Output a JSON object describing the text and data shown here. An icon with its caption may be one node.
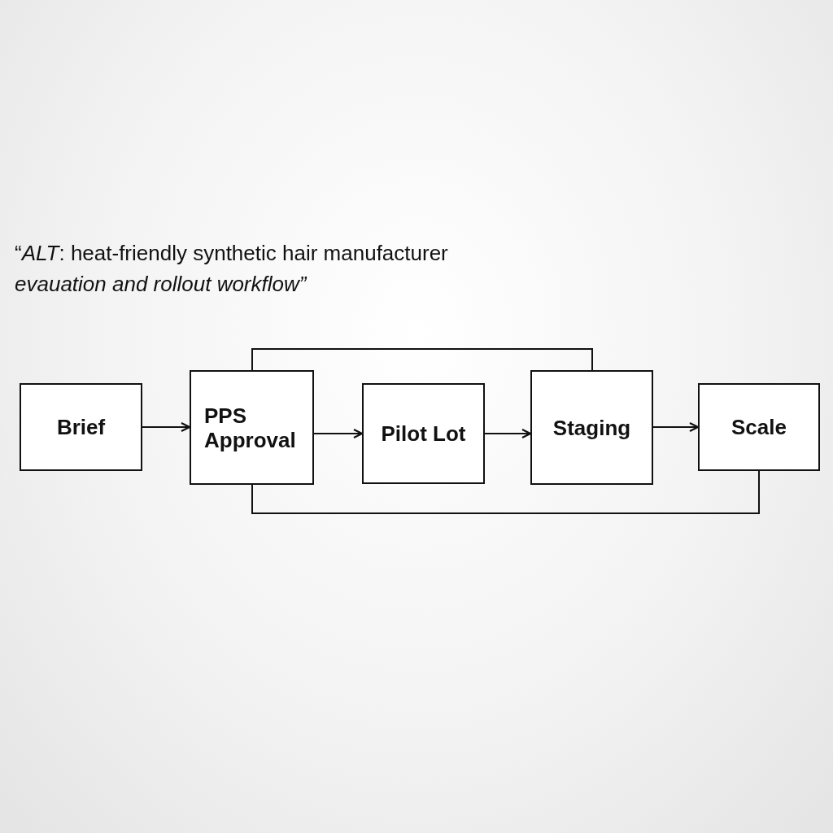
{
  "diagram": {
    "title": "“*ALT*: heat-friendly synthetic hair manufacturer *evauation and rollout workflow”*",
    "nodes": [
      {
        "text": [
          "Brief"
        ]
      },
      {
        "text": [
          "PPS Approval"
        ]
      },
      {
        "text": [
          "Pilot Lot"
        ]
      },
      {
        "text": [
          "Staging"
        ]
      },
      {
        "text": [
          "Scale"
        ]
      }
    ],
    "edges": [
      {
        "from": 0,
        "to": 1,
        "arrow": "to"
      },
      {
        "from": 1,
        "to": 2,
        "arrow": "to"
      },
      {
        "from": 2,
        "to": 3,
        "arrow": "to"
      },
      {
        "from": 3,
        "to": 4,
        "arrow": "to"
      },
      {
        "from": 1,
        "to": 3,
        "arrow": "none"
      },
      {
        "from": 1,
        "to": 4,
        "arrow": "none"
      }
    ]
  }
}
